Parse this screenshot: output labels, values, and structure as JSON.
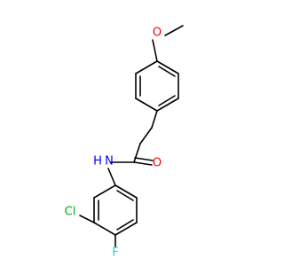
{
  "molecule": {
    "atoms": [
      {
        "id": "O1",
        "label": "O",
        "color": "#ff0000"
      },
      {
        "id": "N1",
        "label": "N",
        "color": "#0000ff"
      },
      {
        "id": "H1",
        "label": "H",
        "color": "#0000ff"
      },
      {
        "id": "O2",
        "label": "O",
        "color": "#ff0000"
      },
      {
        "id": "Cl1",
        "label": "Cl",
        "color": "#00b000"
      },
      {
        "id": "F1",
        "label": "F",
        "color": "#33cccc"
      }
    ]
  }
}
